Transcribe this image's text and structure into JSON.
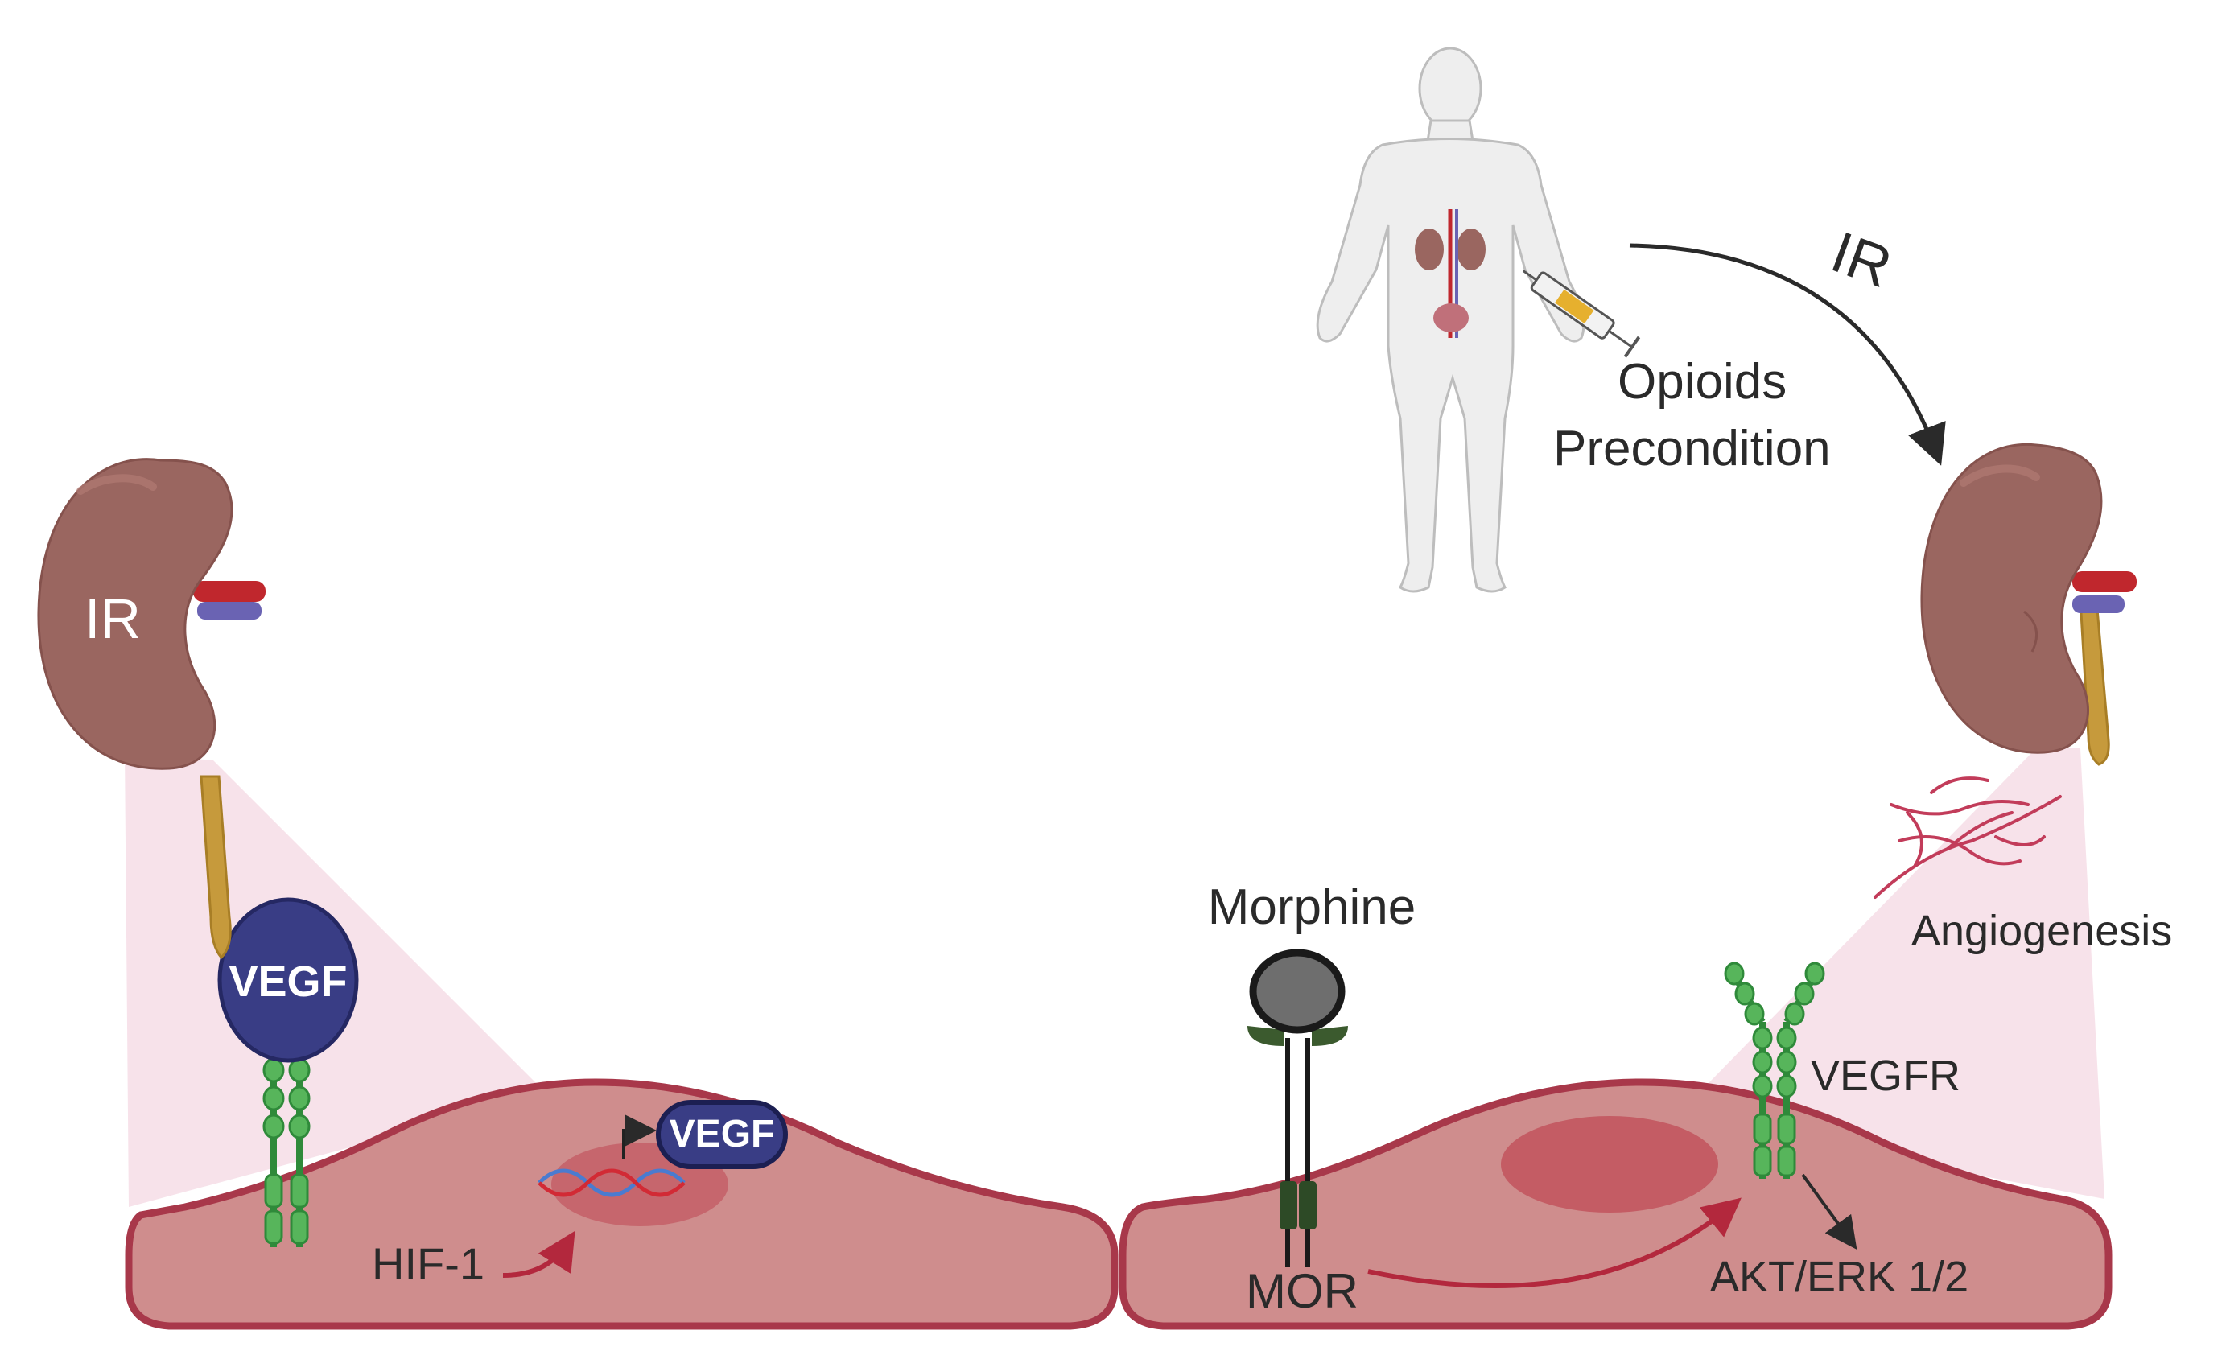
{
  "labels": {
    "ir_kidney": "IR",
    "ir_arrow": "IR",
    "opioids": "Opioids",
    "precondition": "Precondition",
    "vegf_ligand": "VEGF",
    "vegf_nucleus": "VEGF",
    "hif1": "HIF-1",
    "morphine": "Morphine",
    "mor": "MOR",
    "vegfr": "VEGFR",
    "akt_erk": "AKT/ERK 1/2",
    "angiogenesis": "Angiogenesis"
  },
  "colors": {
    "cell_fill": "#cf8d8d",
    "cell_border": "#a8384a",
    "nucleus_left": "#c6666d",
    "nucleus_right": "#c45c64",
    "kidney": "#9a6660",
    "kidney_shadow": "#85524d",
    "artery": "#c0272d",
    "vein": "#6a63b3",
    "ureter": "#c69a3c",
    "vegf_blue": "#393d85",
    "receptor_green": "#2f8a3a",
    "receptor_light": "#57b55b",
    "morphine_gray": "#6e6e6e",
    "mor_dark": "#2d4a26",
    "cone_pink": "#f6dde6",
    "arrow_red": "#b3283d",
    "vessels": "#c23c5a"
  },
  "icons": [
    "kidney-left-icon",
    "kidney-right-icon",
    "human-body-icon",
    "syringe-icon",
    "dna-helix-icon",
    "blood-vessels-icon"
  ]
}
